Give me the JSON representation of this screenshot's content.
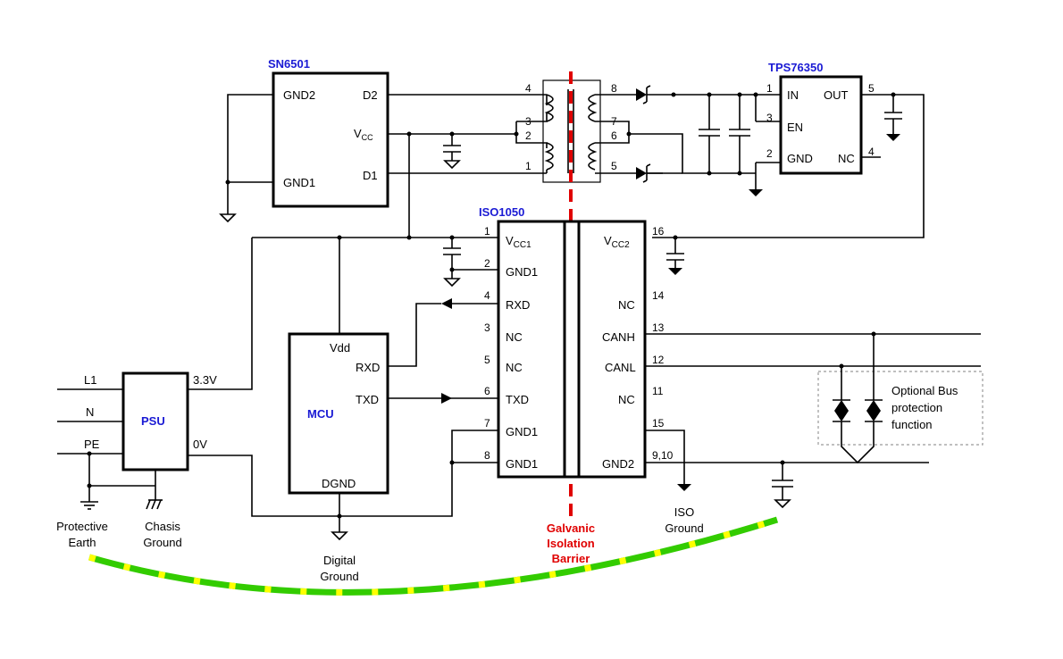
{
  "chips": {
    "sn6501": {
      "title": "SN6501",
      "gnd2": "GND2",
      "d2": "D2",
      "vcc": "V",
      "vcc_sub": "CC",
      "gnd1": "GND1",
      "d1": "D1"
    },
    "tps76350": {
      "title": "TPS76350",
      "in": "IN",
      "out": "OUT",
      "en": "EN",
      "gnd": "GND",
      "nc": "NC",
      "pin1": "1",
      "pin3": "3",
      "pin2": "2",
      "pin5": "5",
      "pin4": "4"
    },
    "iso1050": {
      "title": "ISO1050",
      "vcc1": "V",
      "vcc1_sub": "CC1",
      "gnd1a": "GND1",
      "rxd": "RXD",
      "nc_a": "NC",
      "nc_b": "NC",
      "txd": "TXD",
      "gnd1b": "GND1",
      "gnd1c": "GND1",
      "vcc2": "V",
      "vcc2_sub": "CC2",
      "nc_r1": "NC",
      "canh": "CANH",
      "canl": "CANL",
      "nc_r2": "NC",
      "gnd2": "GND2",
      "left_pins": [
        "1",
        "2",
        "4",
        "3",
        "5",
        "6",
        "7",
        "8"
      ],
      "right_pins": [
        "16",
        "14",
        "13",
        "12",
        "11",
        "15",
        "9,10"
      ]
    },
    "mcu": {
      "title": "MCU",
      "vdd": "Vdd",
      "rxd": "RXD",
      "txd": "TXD",
      "dgnd": "DGND"
    },
    "psu": {
      "title": "PSU",
      "l1": "L1",
      "n": "N",
      "pe": "PE",
      "v33": "3.3V",
      "v0": "0V"
    }
  },
  "transformer_pins": {
    "left": [
      "4",
      "3",
      "2",
      "1"
    ],
    "right": [
      "8",
      "7",
      "6",
      "5"
    ]
  },
  "labels": {
    "protective_earth": [
      "Protective",
      "Earth"
    ],
    "chassis_ground": [
      "Chasis",
      "Ground"
    ],
    "digital_ground": [
      "Digital",
      "Ground"
    ],
    "galvanic_barrier": [
      "Galvanic",
      "Isolation",
      "Barrier"
    ],
    "iso_ground": [
      "ISO",
      "Ground"
    ],
    "bus_protection": [
      "Optional Bus",
      "protection",
      "function"
    ]
  },
  "colors": {
    "chip_title": "#1a1ad4",
    "barrier": "#e00000",
    "ground_arc_green": "#33cc00",
    "ground_arc_yellow": "#ffff00"
  }
}
